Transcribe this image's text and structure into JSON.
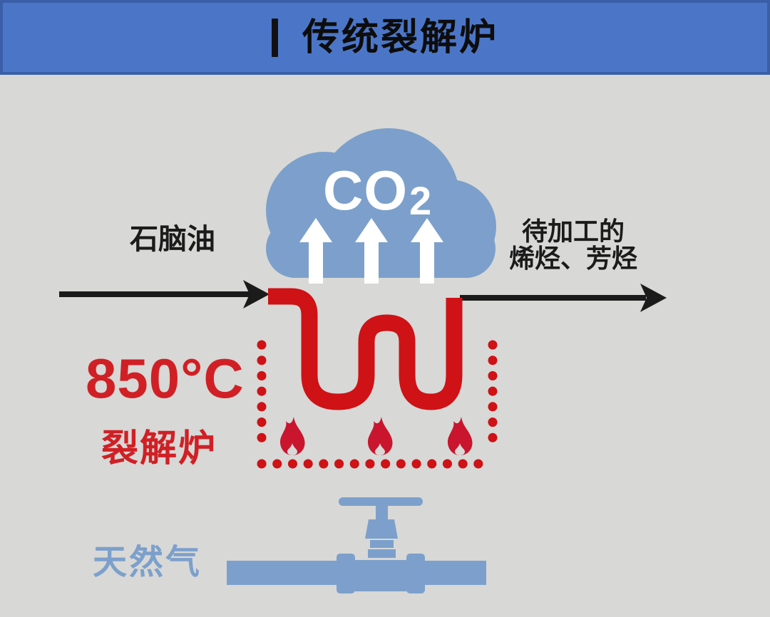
{
  "header": {
    "title": "传统裂解炉"
  },
  "cloud": {
    "label_main": "CO",
    "label_sub": "2"
  },
  "labels": {
    "input": "石脑油",
    "output_line1": "待加工的",
    "output_line2": "烯烃、芳烃",
    "temperature": "850°C",
    "furnace": "裂解炉",
    "fuel": "天然气"
  },
  "icons": {
    "cloud": "co2-cloud-icon",
    "up_arrows": "up-arrow-icon",
    "flames": "flame-icon",
    "valve": "gas-pipe-valve-icon",
    "coil": "cracking-coil-pipe",
    "dotted_border": "furnace-dotted-border"
  },
  "colors": {
    "header_blue": "#4B76C8",
    "header_border": "#3A5FA8",
    "steel_blue": "#7CA0CB",
    "pipe_red": "#CE1216",
    "flame_red": "#C9152E",
    "text_red": "#D02025",
    "ink": "#1B1B1B",
    "background": "#D8D8D6",
    "white": "#FFFFFF"
  }
}
